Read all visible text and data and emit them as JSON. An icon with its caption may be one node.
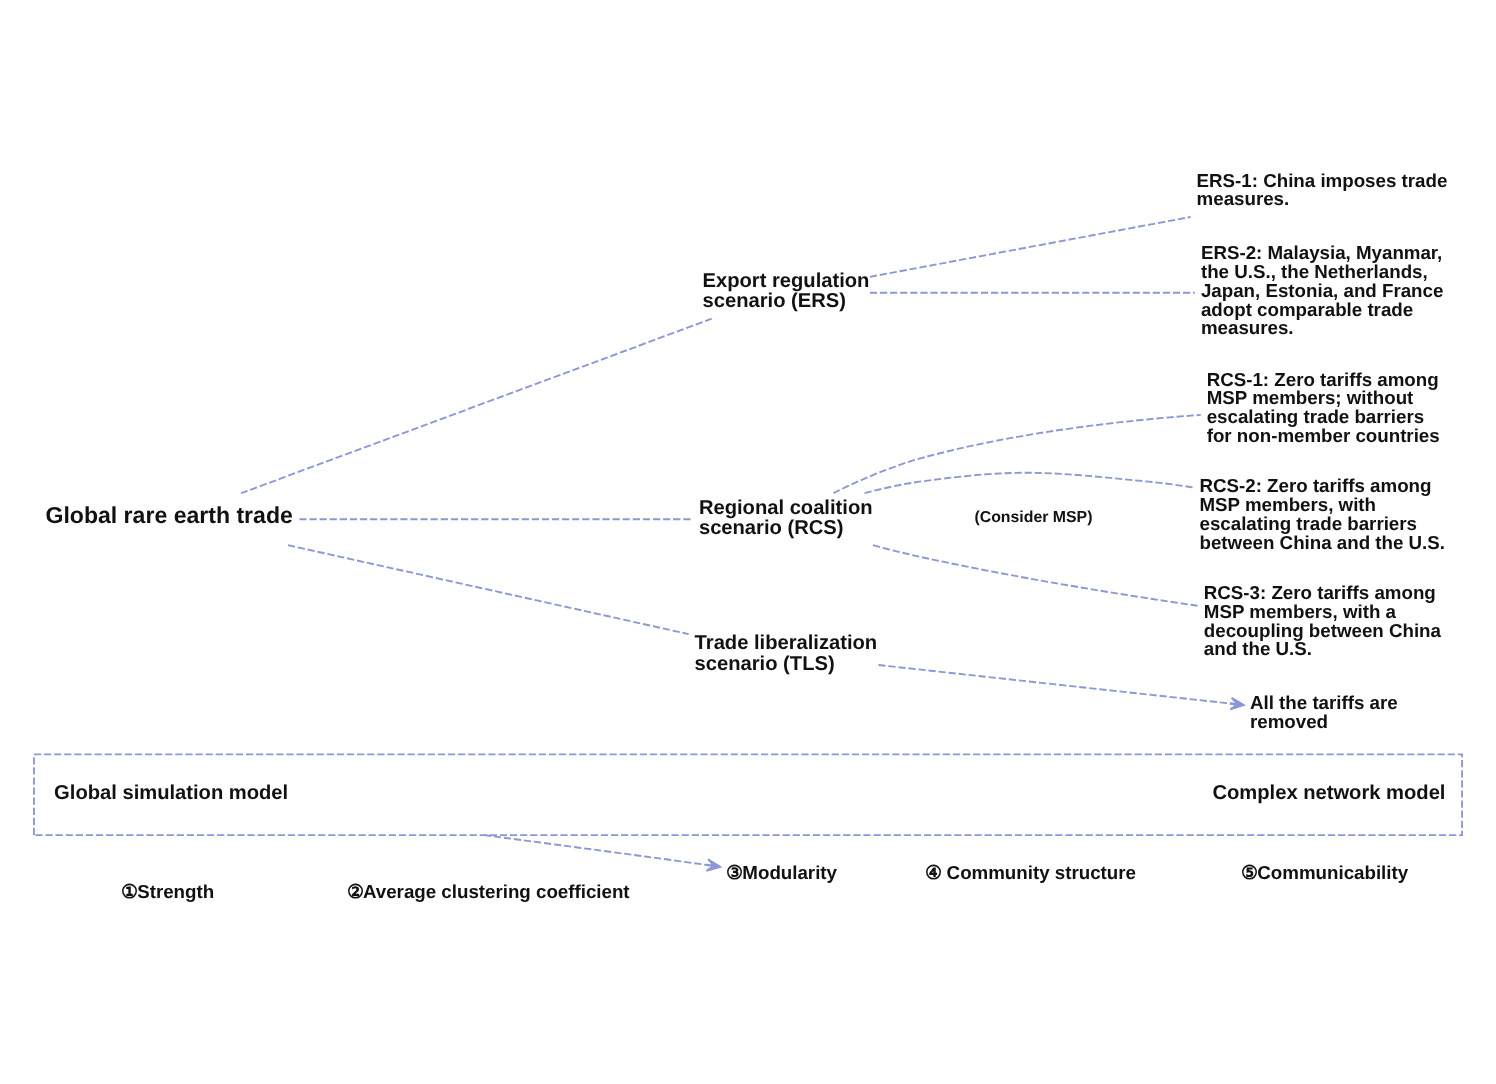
{
  "diagram": {
    "nodes": [
      {
        "text": [
          "Global rare earth trade"
        ]
      },
      {
        "text": [
          "Export regulation scenario (ERS)"
        ]
      },
      {
        "text": [
          "Regional coalition scenario (RCS)"
        ]
      },
      {
        "text": [
          "Trade liberalization scenario (TLS)"
        ]
      },
      {
        "text": [
          "ERS-1: China imposes trade measures."
        ]
      },
      {
        "text": [
          "ERS-2: Malaysia, Myanmar, the U.S., the Netherlands, Japan, Estonia, and France adopt comparable trade measures."
        ]
      },
      {
        "text": [
          "RCS-1: Zero tariffs among MSP members; without escalating trade barriers for non-member countries"
        ]
      },
      {
        "text": [
          "RCS-2: Zero tariffs among MSP members, with escalating trade barriers between China and the U.S."
        ]
      },
      {
        "text": [
          "RCS-3: Zero tariffs among MSP members, with a decoupling between China and the U.S."
        ]
      },
      {
        "text": [
          "All the tariffs are removed"
        ]
      },
      {
        "text": [],
        "shape": "box"
      },
      {
        "text": [
          "Global simulation model"
        ],
        "in": 10
      },
      {
        "text": [
          "Complex network model"
        ],
        "in": 10
      },
      {
        "text": [
          "①Strength"
        ]
      },
      {
        "text": [
          "②Average clustering coefficient"
        ]
      },
      {
        "text": [
          "③Modularity"
        ]
      },
      {
        "text": [
          "④ Community structure"
        ]
      },
      {
        "text": [
          "⑤Communicability"
        ]
      }
    ],
    "edges": [
      {
        "from": 0,
        "to": 1,
        "arrow": "none",
        "style": "dashed"
      },
      {
        "from": 0,
        "to": 2,
        "arrow": "none",
        "style": "dashed"
      },
      {
        "from": 0,
        "to": 3,
        "arrow": "none",
        "style": "dashed"
      },
      {
        "from": 1,
        "to": 4,
        "arrow": "none",
        "style": "dashed"
      },
      {
        "from": 1,
        "to": 5,
        "arrow": "none",
        "style": "dashed"
      },
      {
        "from": 2,
        "to": 6,
        "arrow": "none",
        "style": "dashed"
      },
      {
        "from": 2,
        "to": 7,
        "arrow": "none",
        "style": "dashed"
      },
      {
        "from": 2,
        "to": 8,
        "arrow": "none",
        "style": "dashed"
      },
      {
        "from": 3,
        "to": 9,
        "arrow": "to",
        "style": "dashed"
      },
      {
        "from": 10,
        "to": 15,
        "arrow": "to",
        "style": "dashed"
      }
    ],
    "labels": [
      "(Consider MSP)"
    ]
  }
}
